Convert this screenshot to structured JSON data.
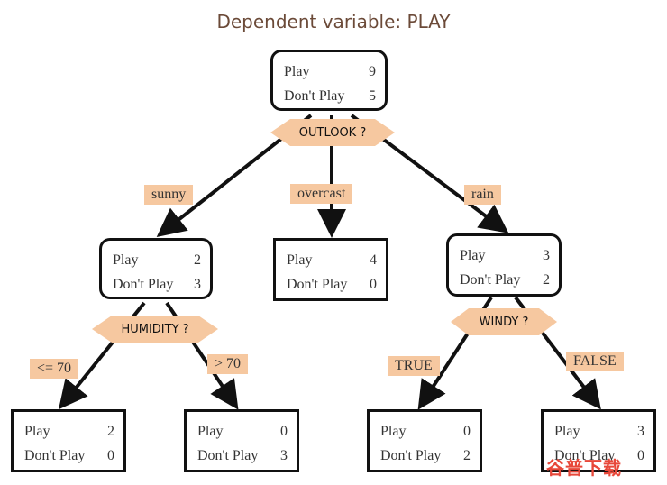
{
  "title": "Dependent variable: PLAY",
  "nodes": {
    "root": {
      "play_label": "Play",
      "play": "9",
      "dont_label": "Don't Play",
      "dont": "5"
    },
    "sunny": {
      "play_label": "Play",
      "play": "2",
      "dont_label": "Don't Play",
      "dont": "3"
    },
    "overcast": {
      "play_label": "Play",
      "play": "4",
      "dont_label": "Don't Play",
      "dont": "0"
    },
    "rain": {
      "play_label": "Play",
      "play": "3",
      "dont_label": "Don't Play",
      "dont": "2"
    },
    "le70": {
      "play_label": "Play",
      "play": "2",
      "dont_label": "Don't Play",
      "dont": "0"
    },
    "gt70": {
      "play_label": "Play",
      "play": "0",
      "dont_label": "Don't Play",
      "dont": "3"
    },
    "true": {
      "play_label": "Play",
      "play": "0",
      "dont_label": "Don't Play",
      "dont": "2"
    },
    "false": {
      "play_label": "Play",
      "play": "3",
      "dont_label": "Don't Play",
      "dont": "0"
    }
  },
  "splits": {
    "outlook": "OUTLOOK ?",
    "humidity": "HUMIDITY ?",
    "windy": "WINDY ?"
  },
  "edge_labels": {
    "sunny": "sunny",
    "overcast": "overcast",
    "rain": "rain",
    "le70": "<= 70",
    "gt70": "> 70",
    "true": "TRUE",
    "false": "FALSE"
  },
  "colors": {
    "label_fill": "#f6c8a0",
    "edge": "#111111",
    "title": "#6b4a38"
  },
  "watermark": "谷普下载"
}
